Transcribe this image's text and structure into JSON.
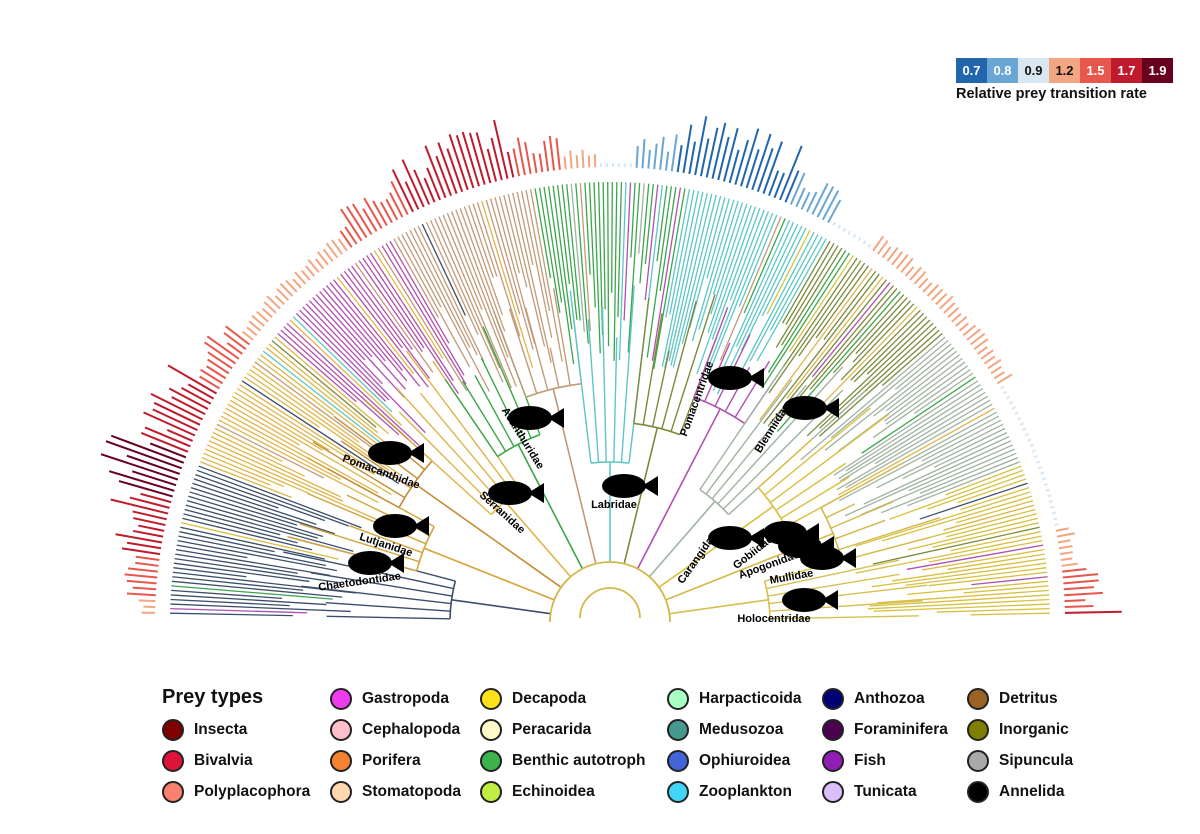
{
  "scale": {
    "title": "Relative prey transition rate",
    "values": [
      {
        "label": "0.7",
        "color": "#2166ac",
        "text": "#ffffff"
      },
      {
        "label": "0.8",
        "color": "#6aa6d4",
        "text": "#ffffff"
      },
      {
        "label": "0.9",
        "color": "#d9e7f1",
        "text": "#111111"
      },
      {
        "label": "1.2",
        "color": "#f4a582",
        "text": "#111111"
      },
      {
        "label": "1.5",
        "color": "#e7574b",
        "text": "#ffffff"
      },
      {
        "label": "1.7",
        "color": "#c01b2c",
        "text": "#ffffff"
      },
      {
        "label": "1.9",
        "color": "#67001f",
        "text": "#ffffff"
      }
    ]
  },
  "legend": {
    "title": "Prey types",
    "items": [
      {
        "label": "Insecta",
        "color": "#7f0000"
      },
      {
        "label": "Bivalvia",
        "color": "#dc143c"
      },
      {
        "label": "Polyplacophora",
        "color": "#fa8072"
      },
      {
        "label": "Gastropoda",
        "color": "#ee3bee"
      },
      {
        "label": "Cephalopoda",
        "color": "#ffc0cb"
      },
      {
        "label": "Porifera",
        "color": "#f58231"
      },
      {
        "label": "Stomatopoda",
        "color": "#ffd8b1"
      },
      {
        "label": "Decapoda",
        "color": "#ffe119"
      },
      {
        "label": "Peracarida",
        "color": "#fffac8"
      },
      {
        "label": "Benthic autotroph",
        "color": "#3cb44b"
      },
      {
        "label": "Echinoidea",
        "color": "#bfef45"
      },
      {
        "label": "Harpacticoida",
        "color": "#aaffc3"
      },
      {
        "label": "Medusozoa",
        "color": "#469990"
      },
      {
        "label": "Ophiuroidea",
        "color": "#4363d8"
      },
      {
        "label": "Zooplankton",
        "color": "#42d4f4"
      },
      {
        "label": "Anthozoa",
        "color": "#000075"
      },
      {
        "label": "Foraminifera",
        "color": "#4b0050"
      },
      {
        "label": "Fish",
        "color": "#911eb4"
      },
      {
        "label": "Tunicata",
        "color": "#dcbeff"
      },
      {
        "label": "Detritus",
        "color": "#9a6324"
      },
      {
        "label": "Inorganic",
        "color": "#808000"
      },
      {
        "label": "Sipuncula",
        "color": "#a9a9a9"
      },
      {
        "label": "Annelida",
        "color": "#000000"
      }
    ]
  },
  "clades": [
    {
      "name": "Chaetodontidae",
      "color": "#3b4f6b",
      "rel": 0.0
    },
    {
      "name": "Lutjanidae",
      "color": "#d4a33a",
      "rel": 0.08
    },
    {
      "name": "Pomacanthidae",
      "color": "#c48c34",
      "rel": 0.17
    },
    {
      "name": "Serranidae",
      "color": "#e0b448",
      "rel": 0.24
    },
    {
      "name": "Acanthuridae",
      "color": "#3aa64a",
      "rel": 0.33
    },
    {
      "name": "Labridae",
      "color": "#c19a78",
      "rel": 0.46
    },
    {
      "name": "Pomacentridae",
      "color": "#5cc6c6",
      "rel": 0.56
    },
    {
      "name": "Blenniidae",
      "color": "#7a8a3a",
      "rel": 0.64
    },
    {
      "name": "Carangidae",
      "color": "#b050b0",
      "rel": 0.72
    },
    {
      "name": "Gobiidae",
      "color": "#9fb3a0",
      "rel": 0.8
    },
    {
      "name": "Apogonidae",
      "color": "#d9bf40",
      "rel": 0.86
    },
    {
      "name": "Mullidae",
      "color": "#d4b84a",
      "rel": 0.91
    },
    {
      "name": "Holocentridae",
      "color": "#d6c050",
      "rel": 0.96
    }
  ]
}
